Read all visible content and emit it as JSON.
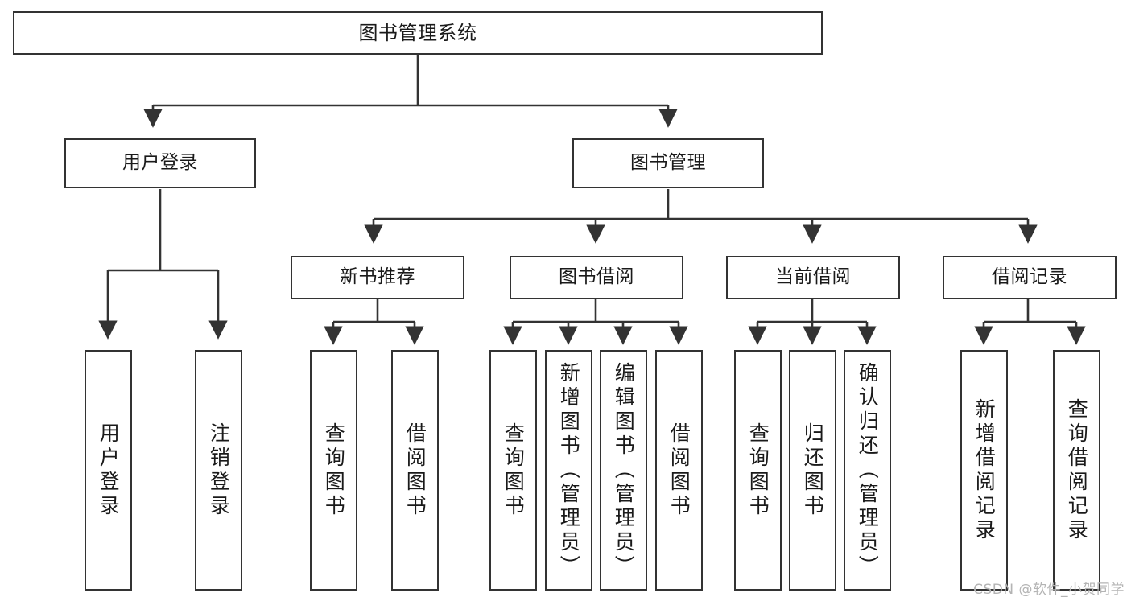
{
  "diagram": {
    "title": "图书管理系统",
    "type": "tree",
    "watermark": "CSDN @软件_小贺同学",
    "colors": {
      "box_border": "#333333",
      "box_fill": "#ffffff",
      "edge": "#333333",
      "text": "#1a1a1a",
      "watermark": "#b4b4b4",
      "background": "#ffffff"
    },
    "nodes": {
      "root": {
        "label": "图书管理系统",
        "level": 0,
        "orientation": "horizontal"
      },
      "user_login": {
        "label": "用户登录",
        "level": 1,
        "orientation": "horizontal"
      },
      "book_manage": {
        "label": "图书管理",
        "level": 1,
        "orientation": "horizontal"
      },
      "new_book_rec": {
        "label": "新书推荐",
        "level": 2,
        "orientation": "horizontal"
      },
      "book_borrow": {
        "label": "图书借阅",
        "level": 2,
        "orientation": "horizontal"
      },
      "current_borrow": {
        "label": "当前借阅",
        "level": 2,
        "orientation": "horizontal"
      },
      "borrow_record": {
        "label": "借阅记录",
        "level": 2,
        "orientation": "horizontal"
      },
      "leaf_user_login": {
        "label": "用户登录",
        "level": 2,
        "orientation": "vertical"
      },
      "leaf_logout": {
        "label": "注销登录",
        "level": 2,
        "orientation": "vertical"
      },
      "leaf_query_book_1": {
        "label": "查询图书",
        "level": 3,
        "orientation": "vertical"
      },
      "leaf_borrow_book_1": {
        "label": "借阅图书",
        "level": 3,
        "orientation": "vertical"
      },
      "leaf_query_book_2": {
        "label": "查询图书",
        "level": 3,
        "orientation": "vertical"
      },
      "leaf_add_book": {
        "label": "新增图书（管理员）",
        "level": 3,
        "orientation": "vertical"
      },
      "leaf_edit_book": {
        "label": "编辑图书（管理员）",
        "level": 3,
        "orientation": "vertical"
      },
      "leaf_borrow_book_2": {
        "label": "借阅图书",
        "level": 3,
        "orientation": "vertical"
      },
      "leaf_query_book_3": {
        "label": "查询图书",
        "level": 3,
        "orientation": "vertical"
      },
      "leaf_return_book": {
        "label": "归还图书",
        "level": 3,
        "orientation": "vertical"
      },
      "leaf_confirm_return": {
        "label": "确认归还（管理员）",
        "level": 3,
        "orientation": "vertical"
      },
      "leaf_add_record": {
        "label": "新增借阅记录",
        "level": 3,
        "orientation": "vertical"
      },
      "leaf_query_record": {
        "label": "查询借阅记录",
        "level": 3,
        "orientation": "vertical"
      }
    },
    "edges": [
      {
        "from": "root",
        "to": "user_login"
      },
      {
        "from": "root",
        "to": "book_manage"
      },
      {
        "from": "user_login",
        "to": "leaf_user_login"
      },
      {
        "from": "user_login",
        "to": "leaf_logout"
      },
      {
        "from": "book_manage",
        "to": "new_book_rec"
      },
      {
        "from": "book_manage",
        "to": "book_borrow"
      },
      {
        "from": "book_manage",
        "to": "current_borrow"
      },
      {
        "from": "book_manage",
        "to": "borrow_record"
      },
      {
        "from": "new_book_rec",
        "to": "leaf_query_book_1"
      },
      {
        "from": "new_book_rec",
        "to": "leaf_borrow_book_1"
      },
      {
        "from": "book_borrow",
        "to": "leaf_query_book_2"
      },
      {
        "from": "book_borrow",
        "to": "leaf_add_book"
      },
      {
        "from": "book_borrow",
        "to": "leaf_edit_book"
      },
      {
        "from": "book_borrow",
        "to": "leaf_borrow_book_2"
      },
      {
        "from": "current_borrow",
        "to": "leaf_query_book_3"
      },
      {
        "from": "current_borrow",
        "to": "leaf_return_book"
      },
      {
        "from": "current_borrow",
        "to": "leaf_confirm_return"
      },
      {
        "from": "borrow_record",
        "to": "leaf_add_record"
      },
      {
        "from": "borrow_record",
        "to": "leaf_query_record"
      }
    ]
  }
}
